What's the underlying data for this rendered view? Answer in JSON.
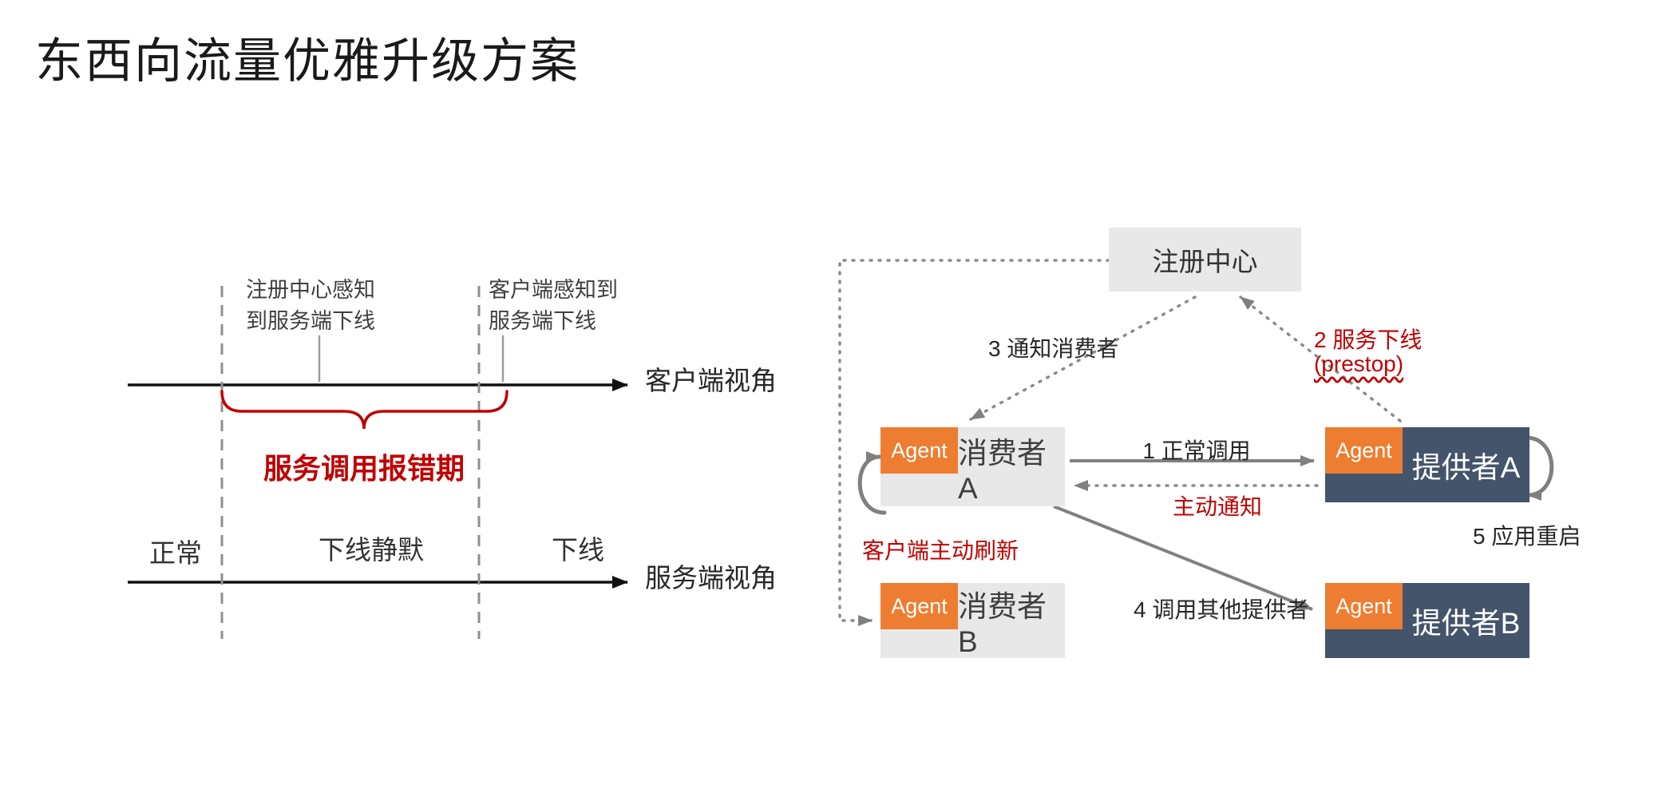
{
  "title": "东西向流量优雅升级方案",
  "left": {
    "annotation_registry": "注册中心感知\n到服务端下线",
    "annotation_client": "客户端感知到\n服务端下线",
    "axis_client": "客户端视角",
    "axis_server": "服务端视角",
    "error_period": "服务调用报错期",
    "phase_normal": "正常",
    "phase_silent": "下线静默",
    "phase_offline": "下线"
  },
  "right": {
    "registry": "注册中心",
    "agent": "Agent",
    "consumer_a": "消费者A",
    "consumer_b": "消费者B",
    "provider_a": "提供者A",
    "provider_b": "提供者B",
    "edge_call": "1 正常调用",
    "edge_offline_1": "2 服务下线",
    "edge_offline_2": "(prestop)",
    "edge_notify": "3 通知消费者",
    "edge_call_other": "4 调用其他提供者",
    "edge_restart": "5 应用重启",
    "edge_active_notify": "主动通知",
    "edge_client_refresh": "客户端主动刷新"
  },
  "colors": {
    "red": "#c00000",
    "orange": "#ed7d31",
    "dark_blue": "#44546a",
    "light_gray": "#e9e8e8",
    "arrow_gray": "#808080"
  }
}
